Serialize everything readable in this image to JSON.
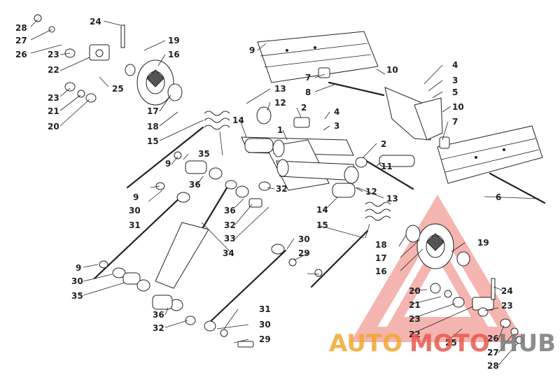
{
  "diagram": {
    "callouts": [
      "28",
      "27",
      "26",
      "23",
      "22",
      "23",
      "21",
      "20",
      "24",
      "25",
      "19",
      "16",
      "17",
      "18",
      "15",
      "9",
      "7",
      "8",
      "10",
      "4",
      "3",
      "5",
      "10",
      "7",
      "13",
      "12",
      "2",
      "4",
      "3",
      "14",
      "1",
      "2",
      "11",
      "35",
      "9",
      "36",
      "32",
      "12",
      "13",
      "9",
      "30",
      "31",
      "36",
      "32",
      "33",
      "34",
      "14",
      "15",
      "30",
      "29",
      "9",
      "30",
      "35",
      "18",
      "17",
      "16",
      "19",
      "6",
      "36",
      "32",
      "31",
      "30",
      "29",
      "20",
      "21",
      "23",
      "22",
      "24",
      "23",
      "25",
      "26",
      "27",
      "28"
    ]
  },
  "watermark": {
    "word_part1": "AUTO",
    "word_part2": "MOTO",
    "word_part3": "HUB",
    "color_orange": "#f0a830",
    "color_red": "#e85a4f",
    "color_gray": "#7a7a7a"
  }
}
